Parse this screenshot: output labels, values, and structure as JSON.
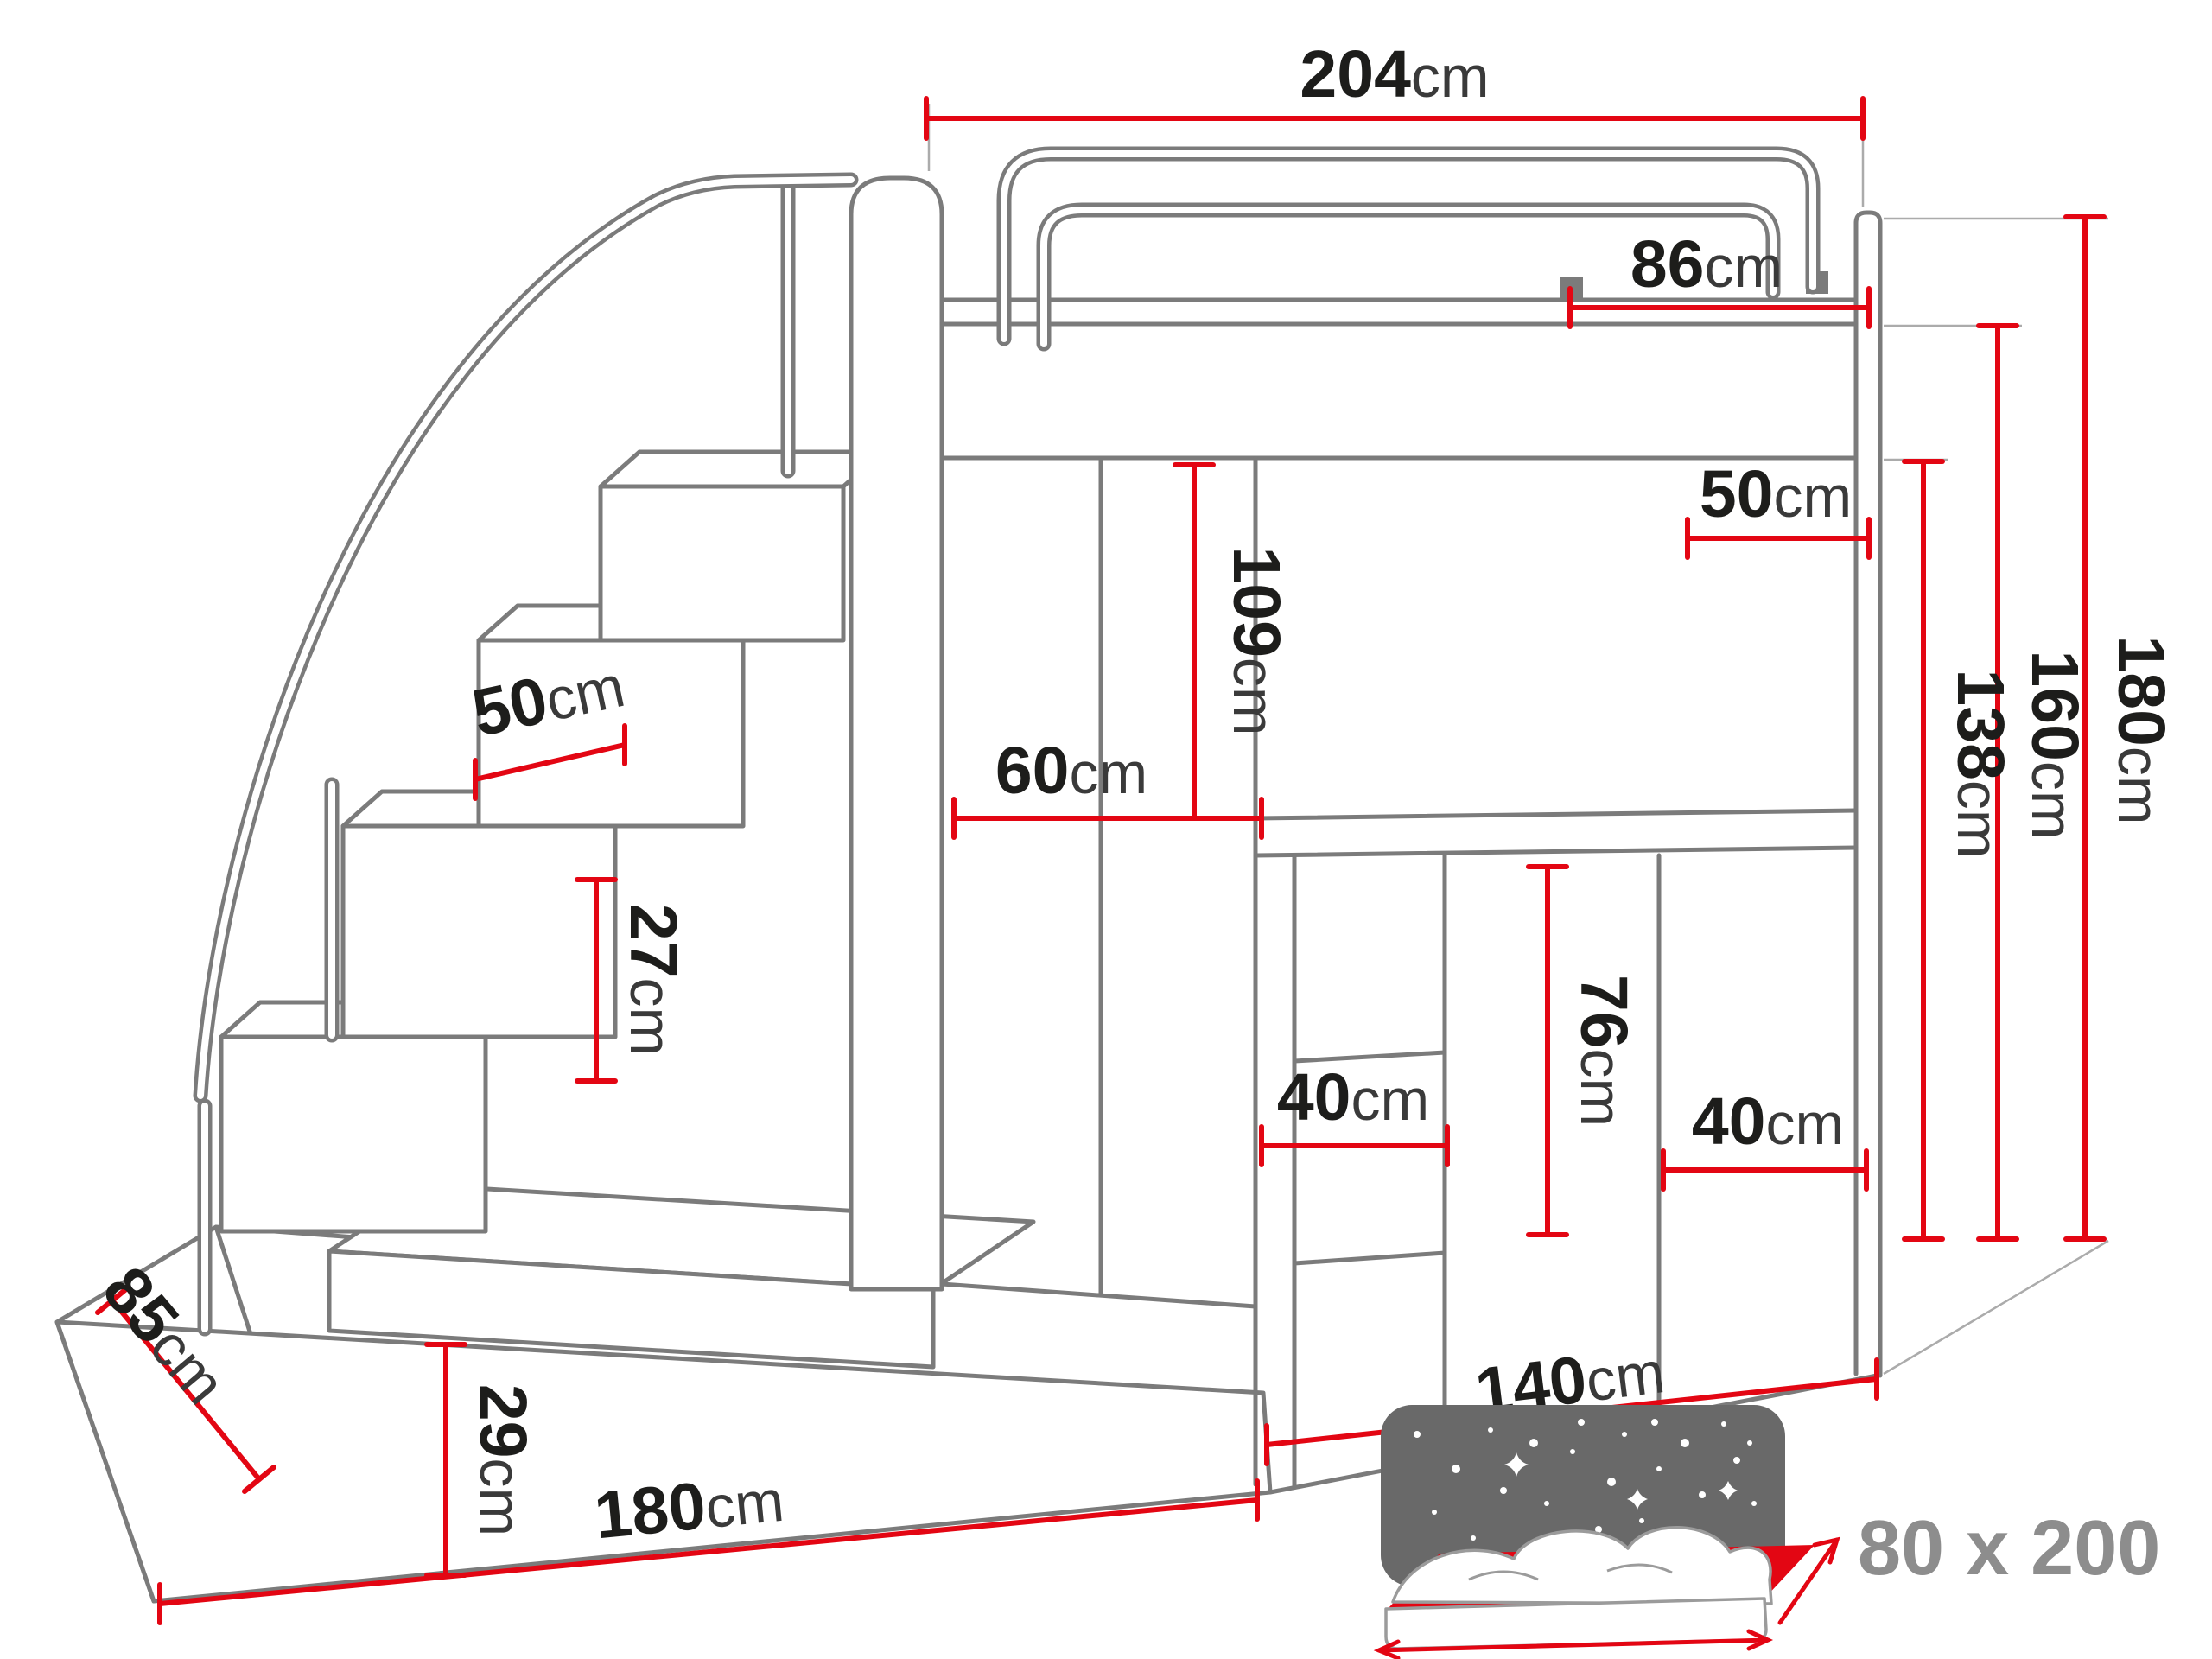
{
  "diagram": {
    "dims": {
      "length_204": {
        "value": "204",
        "unit": "cm"
      },
      "bed_86": {
        "value": "86",
        "unit": "cm"
      },
      "shelf_50": {
        "value": "50",
        "unit": "cm"
      },
      "clearance_109": {
        "value": "109",
        "unit": "cm"
      },
      "wardrobe_60": {
        "value": "60",
        "unit": "cm"
      },
      "step_50": {
        "value": "50",
        "unit": "cm"
      },
      "step_27": {
        "value": "27",
        "unit": "cm"
      },
      "desk_76": {
        "value": "76",
        "unit": "cm"
      },
      "drawers_40": {
        "value": "40",
        "unit": "cm"
      },
      "cabinet_40": {
        "value": "40",
        "unit": "cm"
      },
      "height_138": {
        "value": "138",
        "unit": "cm"
      },
      "height_160": {
        "value": "160",
        "unit": "cm"
      },
      "height_180": {
        "value": "180",
        "unit": "cm"
      },
      "base_85": {
        "value": "85",
        "unit": "cm"
      },
      "base_29": {
        "value": "29",
        "unit": "cm"
      },
      "length_180": {
        "value": "180",
        "unit": "cm"
      },
      "desk_140": {
        "value": "140",
        "unit": "cm"
      }
    },
    "mattress": {
      "label": "80 x 200"
    },
    "colors": {
      "dimension": "#e30613",
      "outline": "#7b7b7b",
      "icon_gray": "#696969",
      "label_gray": "#8d8d8d"
    }
  }
}
